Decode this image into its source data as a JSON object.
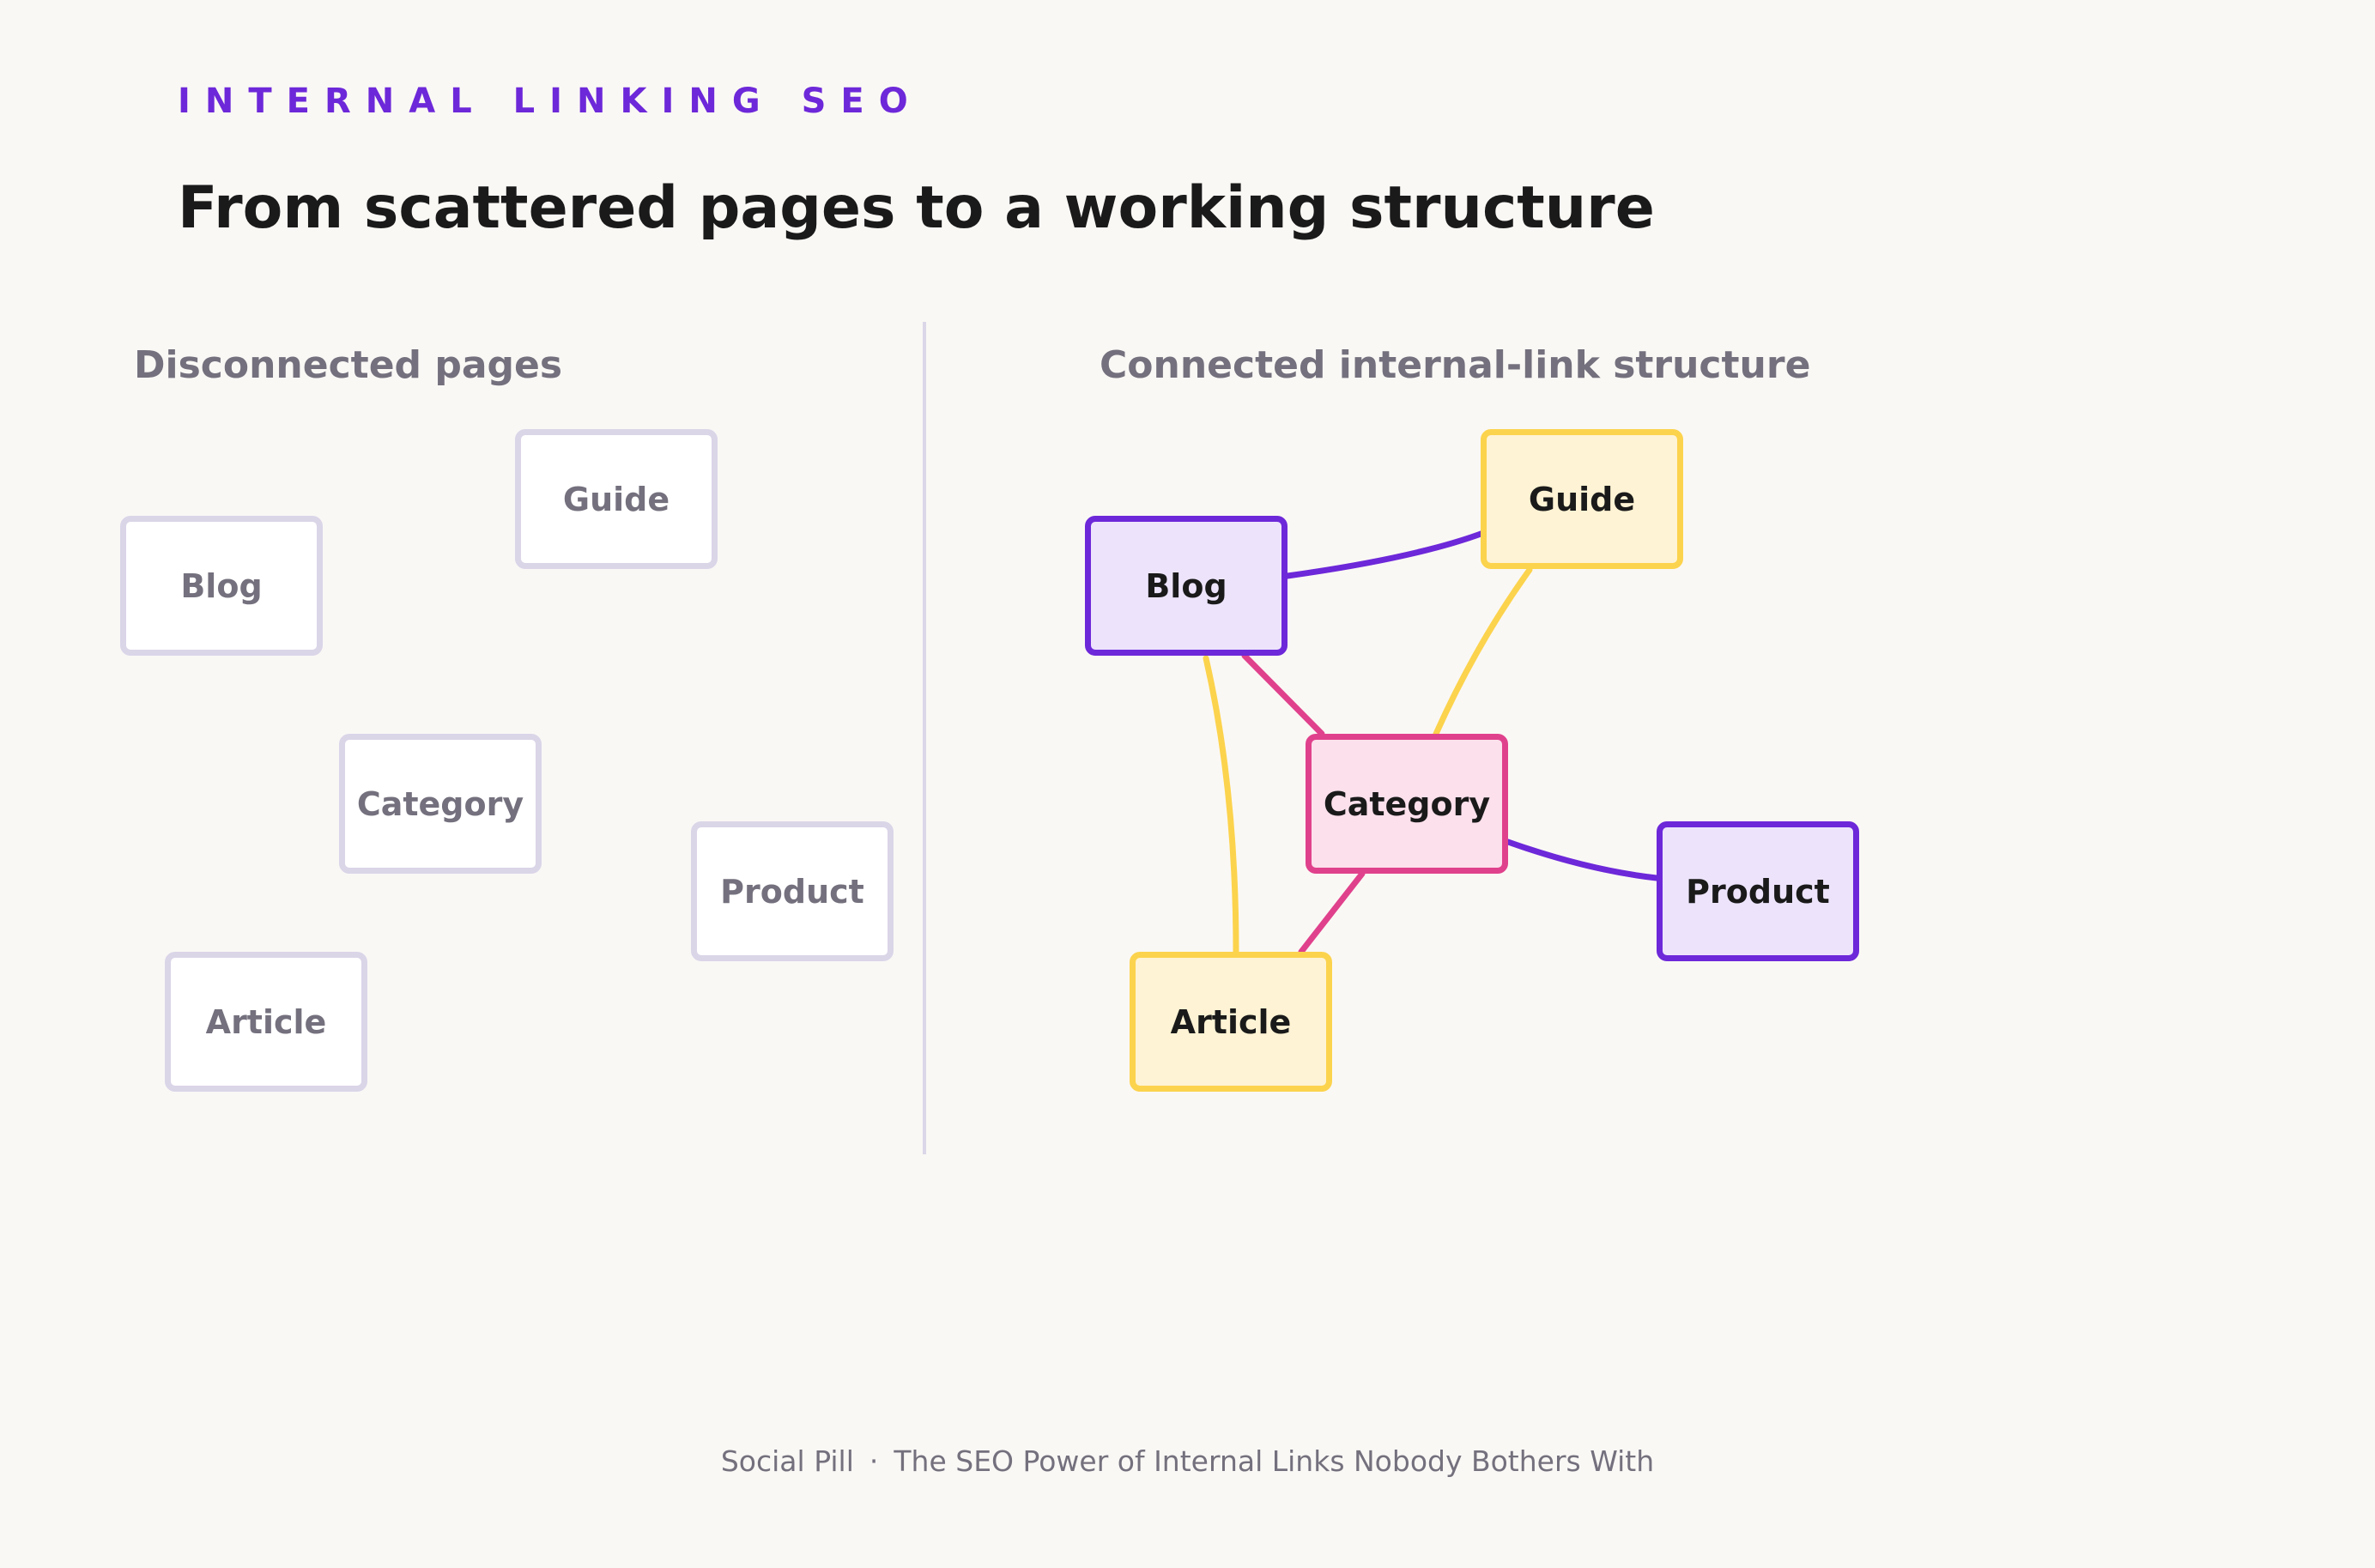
{
  "eyebrow": "INTERNAL LINKING SEO",
  "title": "From scattered pages to a working structure",
  "left_panel": {
    "heading": "Disconnected pages",
    "nodes": [
      "Blog",
      "Guide",
      "Category",
      "Product",
      "Article"
    ]
  },
  "right_panel": {
    "heading": "Connected internal-link structure",
    "nodes": [
      "Blog",
      "Guide",
      "Category",
      "Product",
      "Article"
    ],
    "links": [
      {
        "from": "Blog",
        "to": "Guide",
        "color": "#6d28d9"
      },
      {
        "from": "Guide",
        "to": "Category",
        "color": "#fcd34d"
      },
      {
        "from": "Blog",
        "to": "Category",
        "color": "#e0418c"
      },
      {
        "from": "Blog",
        "to": "Article",
        "color": "#fcd34d"
      },
      {
        "from": "Category",
        "to": "Product",
        "color": "#6d28d9"
      },
      {
        "from": "Category",
        "to": "Article",
        "color": "#e0418c"
      }
    ]
  },
  "colors": {
    "accent_purple": "#6d28d9",
    "accent_yellow": "#fcd34d",
    "accent_pink": "#e0418c",
    "muted_border": "#dbd5e8",
    "muted_text": "#74707d"
  },
  "footer": {
    "brand": "Social Pill",
    "separator": "·",
    "article": "The SEO Power of Internal Links Nobody Bothers With"
  }
}
